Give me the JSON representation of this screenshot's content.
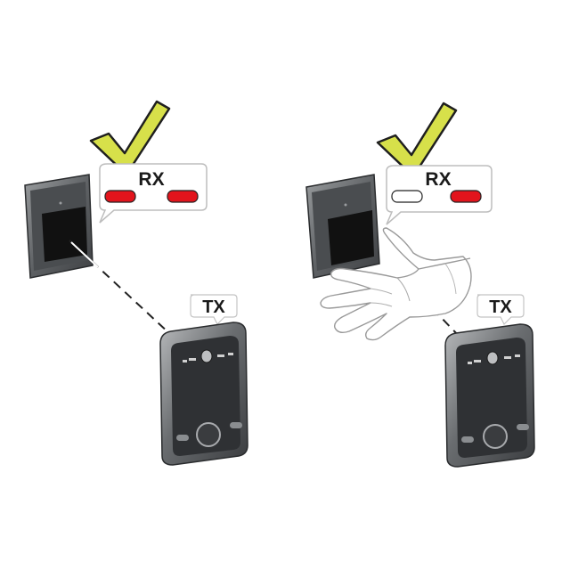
{
  "left_panel": {
    "rx_label": "RX",
    "tx_label": "TX",
    "rx_leds": [
      "red",
      "red"
    ]
  },
  "right_panel": {
    "rx_label": "RX",
    "tx_label": "TX",
    "rx_leds": [
      "white",
      "red"
    ]
  },
  "colors": {
    "check_fill": "#d7e04a",
    "check_stroke": "#1f1f1f",
    "led_red": "#e2141c",
    "led_off": "#ffffff",
    "device_dark": "#3b3d40",
    "device_frame": "#6d7073",
    "device_screen": "#141414"
  }
}
